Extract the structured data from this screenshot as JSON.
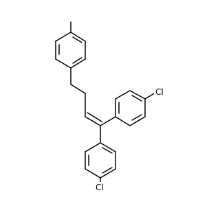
{
  "molecule": {
    "atom_labels": [
      {
        "id": "cl_top",
        "text": "Cl"
      },
      {
        "id": "cl_bottom",
        "text": "Cl"
      }
    ]
  }
}
